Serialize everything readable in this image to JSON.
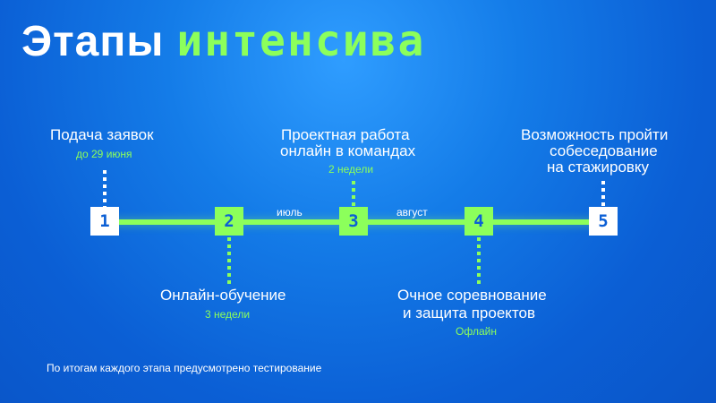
{
  "header": {
    "title_main": "Этапы",
    "title_accent": "интенсива"
  },
  "timeline": {
    "months": [
      "июль",
      "август"
    ],
    "stages": [
      {
        "number": "1",
        "title": "Подача заявок",
        "subtitle": "до 29 июня"
      },
      {
        "number": "2",
        "title": "Онлайн-обучение",
        "subtitle": "3 недели"
      },
      {
        "number": "3",
        "title_line1": "Проектная работа",
        "title_line2": "онлайн в командах",
        "subtitle": "2 недели"
      },
      {
        "number": "4",
        "title_line1": "Очное соревнование",
        "title_line2": "и защита проектов",
        "subtitle": "Офлайн"
      },
      {
        "number": "5",
        "title_line1": "Возможность пройти",
        "title_line2": "собеседование",
        "title_line3": "на стажировку"
      }
    ]
  },
  "footer": {
    "note": "По итогам каждого этапа предусмотрено тестирование"
  },
  "colors": {
    "accent_green": "#8cff5b",
    "background_blue": "#0b5fd5",
    "text_white": "#ffffff"
  }
}
